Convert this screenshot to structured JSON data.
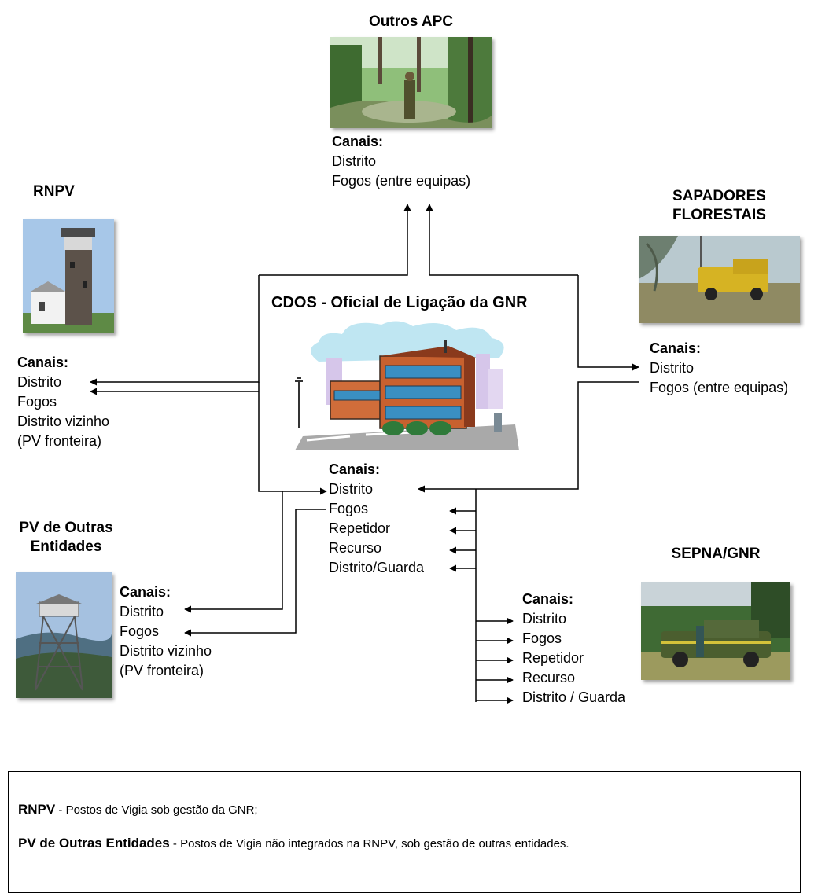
{
  "outros_apc": {
    "title": "Outros APC",
    "channels_header": "Canais:",
    "channels": [
      "Distrito",
      "Fogos (entre equipas)"
    ]
  },
  "rnpv": {
    "title": "RNPV",
    "channels_header": "Canais:",
    "channels": [
      "Distrito",
      "Fogos",
      "Distrito vizinho",
      "(PV fronteira)"
    ]
  },
  "sapadores": {
    "title_line1": "SAPADORES",
    "title_line2": "FLORESTAIS",
    "channels_header": "Canais:",
    "channels": [
      "Distrito",
      "Fogos (entre equipas)"
    ]
  },
  "cdos": {
    "title": "CDOS - Oficial de Ligação da GNR",
    "channels_header": "Canais:",
    "channels": [
      "Distrito",
      "Fogos",
      "Repetidor",
      "Recurso",
      "Distrito/Guarda"
    ]
  },
  "pv_outras": {
    "title_line1": "PV de Outras",
    "title_line2": "Entidades",
    "channels_header": "Canais:",
    "channels": [
      "Distrito",
      "Fogos",
      "Distrito vizinho",
      "(PV fronteira)"
    ]
  },
  "sepna": {
    "title": "SEPNA/GNR",
    "channels_header": "Canais:",
    "channels": [
      "Distrito",
      "Fogos",
      "Repetidor",
      "Recurso",
      "Distrito / Guarda"
    ]
  },
  "legend": {
    "rnpv_term": "RNPV",
    "rnpv_desc": " - Postos de Vigia sob gestão da GNR;",
    "pv_term": "PV de Outras Entidades",
    "pv_desc": " - Postos de Vigia não integrados na RNPV, sob gestão de outras entidades."
  }
}
